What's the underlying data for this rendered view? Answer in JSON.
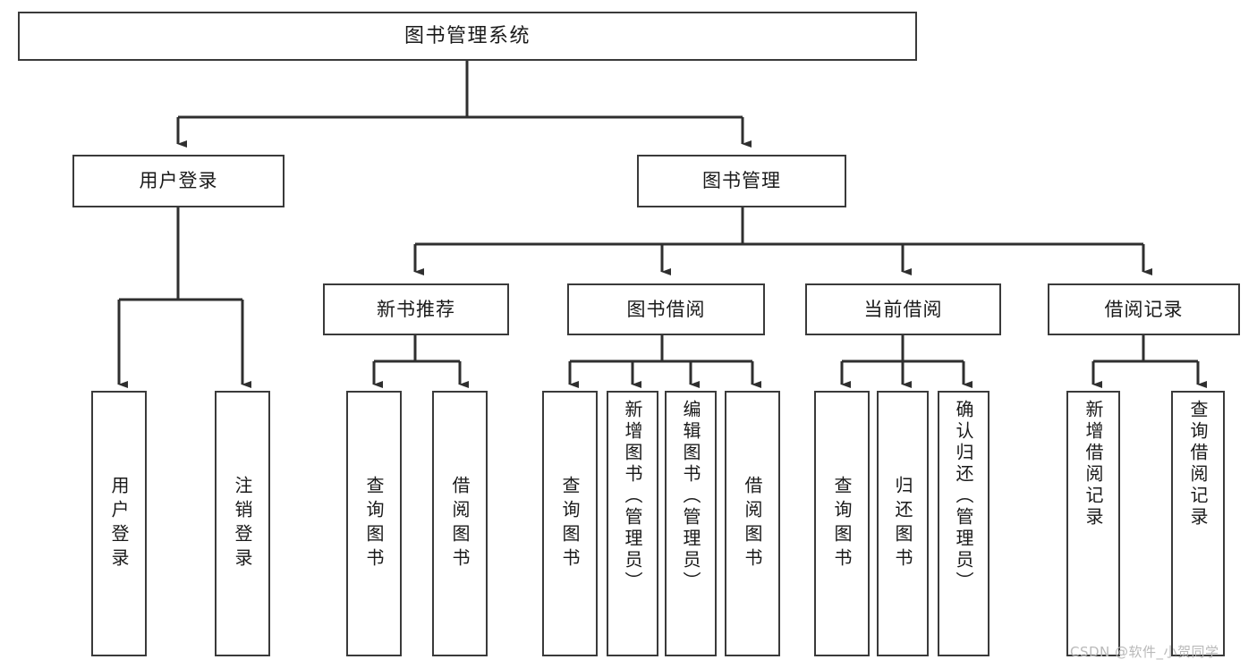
{
  "diagram": {
    "title": "图书管理系统",
    "watermark": "CSDN @软件_小贺同学",
    "colors": {
      "stroke": "#3a3a3a",
      "fill": "#ffffff",
      "text": "#1a1a1a",
      "watermark": "#b9b9b9"
    },
    "nodes": {
      "root": {
        "label": "图书管理系统",
        "level": 1,
        "orientation": "horizontal"
      },
      "user_login": {
        "label": "用户登录",
        "level": 2,
        "orientation": "horizontal"
      },
      "book_manage": {
        "label": "图书管理",
        "level": 2,
        "orientation": "horizontal"
      },
      "new_book_rec": {
        "label": "新书推荐",
        "level": 3,
        "orientation": "horizontal"
      },
      "book_borrow": {
        "label": "图书借阅",
        "level": 3,
        "orientation": "horizontal"
      },
      "current_borrow": {
        "label": "当前借阅",
        "level": 3,
        "orientation": "horizontal"
      },
      "borrow_record": {
        "label": "借阅记录",
        "level": 3,
        "orientation": "horizontal"
      },
      "leaf_user_login": {
        "label": "用户登录",
        "level": 4,
        "orientation": "vertical"
      },
      "leaf_logout": {
        "label": "注销登录",
        "level": 4,
        "orientation": "vertical"
      },
      "leaf_query_book_1": {
        "label": "查询图书",
        "level": 4,
        "orientation": "vertical"
      },
      "leaf_borrow_book_1": {
        "label": "借阅图书",
        "level": 4,
        "orientation": "vertical"
      },
      "leaf_query_book_2": {
        "label": "查询图书",
        "level": 4,
        "orientation": "vertical"
      },
      "leaf_add_book": {
        "label": "新增图书（管理员）",
        "level": 4,
        "orientation": "vertical"
      },
      "leaf_edit_book": {
        "label": "编辑图书（管理员）",
        "level": 4,
        "orientation": "vertical"
      },
      "leaf_borrow_book_2": {
        "label": "借阅图书",
        "level": 4,
        "orientation": "vertical"
      },
      "leaf_query_book_3": {
        "label": "查询图书",
        "level": 4,
        "orientation": "vertical"
      },
      "leaf_return_book": {
        "label": "归还图书",
        "level": 4,
        "orientation": "vertical"
      },
      "leaf_confirm_return": {
        "label": "确认归还（管理员）",
        "level": 4,
        "orientation": "vertical"
      },
      "leaf_add_record": {
        "label": "新增借阅记录",
        "level": 4,
        "orientation": "vertical"
      },
      "leaf_query_record": {
        "label": "查询借阅记录",
        "level": 4,
        "orientation": "vertical"
      }
    },
    "edges": [
      {
        "from": "root",
        "to": "user_login"
      },
      {
        "from": "root",
        "to": "book_manage"
      },
      {
        "from": "user_login",
        "to": "leaf_user_login"
      },
      {
        "from": "user_login",
        "to": "leaf_logout"
      },
      {
        "from": "book_manage",
        "to": "new_book_rec"
      },
      {
        "from": "book_manage",
        "to": "book_borrow"
      },
      {
        "from": "book_manage",
        "to": "current_borrow"
      },
      {
        "from": "book_manage",
        "to": "borrow_record"
      },
      {
        "from": "new_book_rec",
        "to": "leaf_query_book_1"
      },
      {
        "from": "new_book_rec",
        "to": "leaf_borrow_book_1"
      },
      {
        "from": "book_borrow",
        "to": "leaf_query_book_2"
      },
      {
        "from": "book_borrow",
        "to": "leaf_add_book"
      },
      {
        "from": "book_borrow",
        "to": "leaf_edit_book"
      },
      {
        "from": "book_borrow",
        "to": "leaf_borrow_book_2"
      },
      {
        "from": "current_borrow",
        "to": "leaf_query_book_3"
      },
      {
        "from": "current_borrow",
        "to": "leaf_return_book"
      },
      {
        "from": "current_borrow",
        "to": "leaf_confirm_return"
      },
      {
        "from": "borrow_record",
        "to": "leaf_add_record"
      },
      {
        "from": "borrow_record",
        "to": "leaf_query_record"
      }
    ]
  }
}
